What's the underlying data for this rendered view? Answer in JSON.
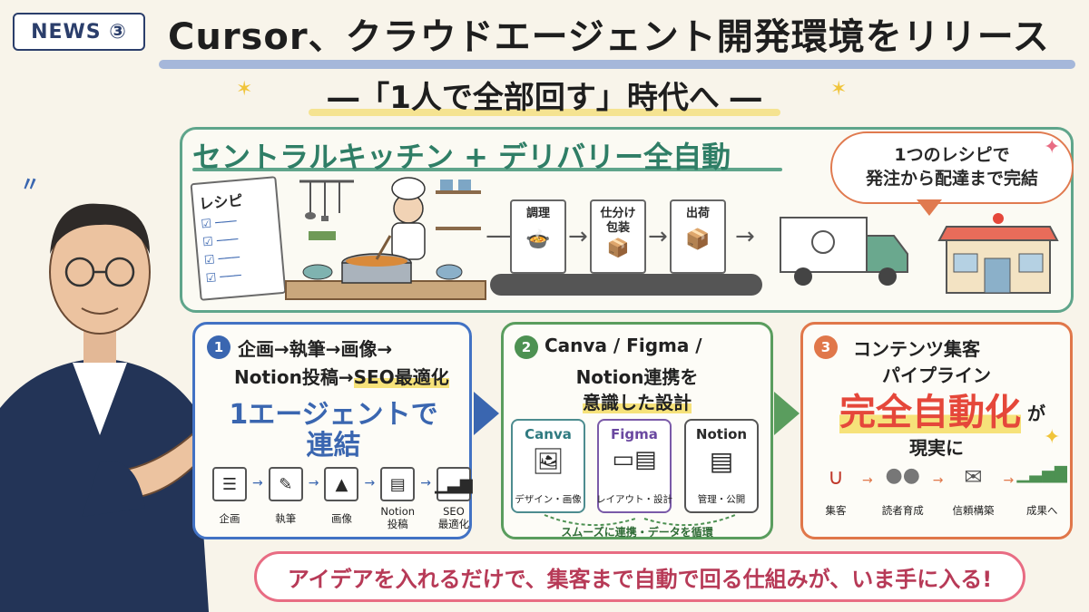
{
  "header": {
    "badge": "NEWS ③",
    "title": "Cursor、クラウドエージェント開発環境をリリース",
    "subtitle": "―「1人で全部回す」時代へ ―"
  },
  "kitchen": {
    "heading": "セントラルキッチン + デリバリー全自動",
    "bubble_line1": "1つのレシピで",
    "bubble_line2": "発注から配達まで完結",
    "recipe_label": "レシピ",
    "steps": [
      "調理",
      "仕分け\n包装",
      "出荷"
    ]
  },
  "card1": {
    "number": "1",
    "line1": "企画→執筆→画像→",
    "line2_a": "Notion投稿→",
    "line2_b": "SEO最適化",
    "big1": "1エージェントで",
    "big2": "連結",
    "items": [
      {
        "label": "企画"
      },
      {
        "label": "執筆"
      },
      {
        "label": "画像"
      },
      {
        "label": "Notion\n投稿"
      },
      {
        "label": "SEO\n最適化"
      }
    ]
  },
  "card2": {
    "number": "2",
    "line1": "Canva / Figma /",
    "line2": "Notion連携を",
    "line3": "意識した設計",
    "tools": [
      {
        "title": "Canva",
        "caption": "デザイン・画像"
      },
      {
        "title": "Figma",
        "caption": "レイアウト・設計"
      },
      {
        "title": "Notion",
        "caption": "管理・公開"
      }
    ],
    "note": "スムーズに連携・データを循環"
  },
  "card3": {
    "number": "3",
    "line1": "コンテンツ集客",
    "line2": "パイプライン",
    "big": "完全自動化",
    "suffix": "が",
    "line4": "現実に",
    "items": [
      {
        "label": "集客"
      },
      {
        "label": "読者育成"
      },
      {
        "label": "信頼構築"
      },
      {
        "label": "成果へ"
      }
    ]
  },
  "footer": {
    "text": "アイデアを入れるだけで、集客まで自動で回る仕組みが、いま手に入る!"
  },
  "colors": {
    "blue": "#3a66b0",
    "green": "#5a9d5e",
    "orange": "#e0774a",
    "red": "#e5473a",
    "pink": "#e86c83"
  }
}
